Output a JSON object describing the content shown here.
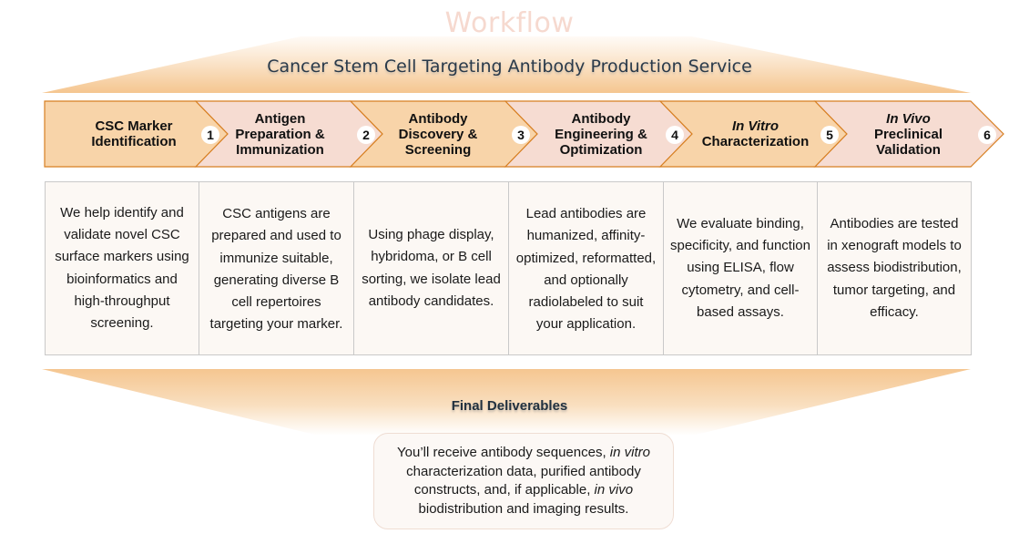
{
  "header": {
    "title": "Workflow",
    "subtitle": "Cancer Stem Cell Targeting Antibody Production Service"
  },
  "colors": {
    "chevron_dark": "#f8d4a9",
    "chevron_light": "#f6dcd2",
    "chevron_border": "#d77f22",
    "fan_gradient_top": "#fef6ee",
    "fan_gradient_bottom": "#f5c690",
    "title_color": "#f6d9cf",
    "subtitle_color": "#2a3a4a",
    "cell_background": "#fcf8f4",
    "cell_border": "#c9c9c9"
  },
  "steps": [
    {
      "number": "1",
      "title_italic": "",
      "title_line1": "CSC Marker",
      "title_line2": "Identification",
      "title_line3": "",
      "description": "We help identify and validate novel CSC surface markers using bioinformatics and high-throughput screening."
    },
    {
      "number": "2",
      "title_italic": "",
      "title_line1": "Antigen",
      "title_line2": "Preparation &",
      "title_line3": "Immunization",
      "description": "CSC antigens are prepared and used to immunize suitable, generating diverse B cell repertoires targeting your marker."
    },
    {
      "number": "3",
      "title_italic": "",
      "title_line1": "Antibody",
      "title_line2": "Discovery &",
      "title_line3": "Screening",
      "description": "Using phage display, hybridoma, or B cell sorting, we isolate lead antibody candidates."
    },
    {
      "number": "4",
      "title_italic": "",
      "title_line1": "Antibody",
      "title_line2": "Engineering &",
      "title_line3": "Optimization",
      "description": "Lead antibodies are humanized, affinity-optimized, reformatted, and optionally radiolabeled to suit your application."
    },
    {
      "number": "5",
      "title_italic": "In Vitro",
      "title_line1": "",
      "title_line2": "Characterization",
      "title_line3": "",
      "description": "We evaluate binding, specificity, and function using ELISA, flow cytometry, and cell-based assays."
    },
    {
      "number": "6",
      "title_italic": "In Vivo",
      "title_line1": "",
      "title_line2": "Preclinical",
      "title_line3": "Validation",
      "description": "Antibodies are tested in xenograft models to assess biodistribution, tumor targeting, and efficacy."
    }
  ],
  "deliverables": {
    "title": "Final Deliverables",
    "text_part1": "You’ll receive antibody sequences, ",
    "text_italic1": "in vitro",
    "text_part2": " characterization data, purified antibody constructs, and, if applicable, ",
    "text_italic2": "in vivo",
    "text_part3": " biodistribution and imaging results."
  }
}
